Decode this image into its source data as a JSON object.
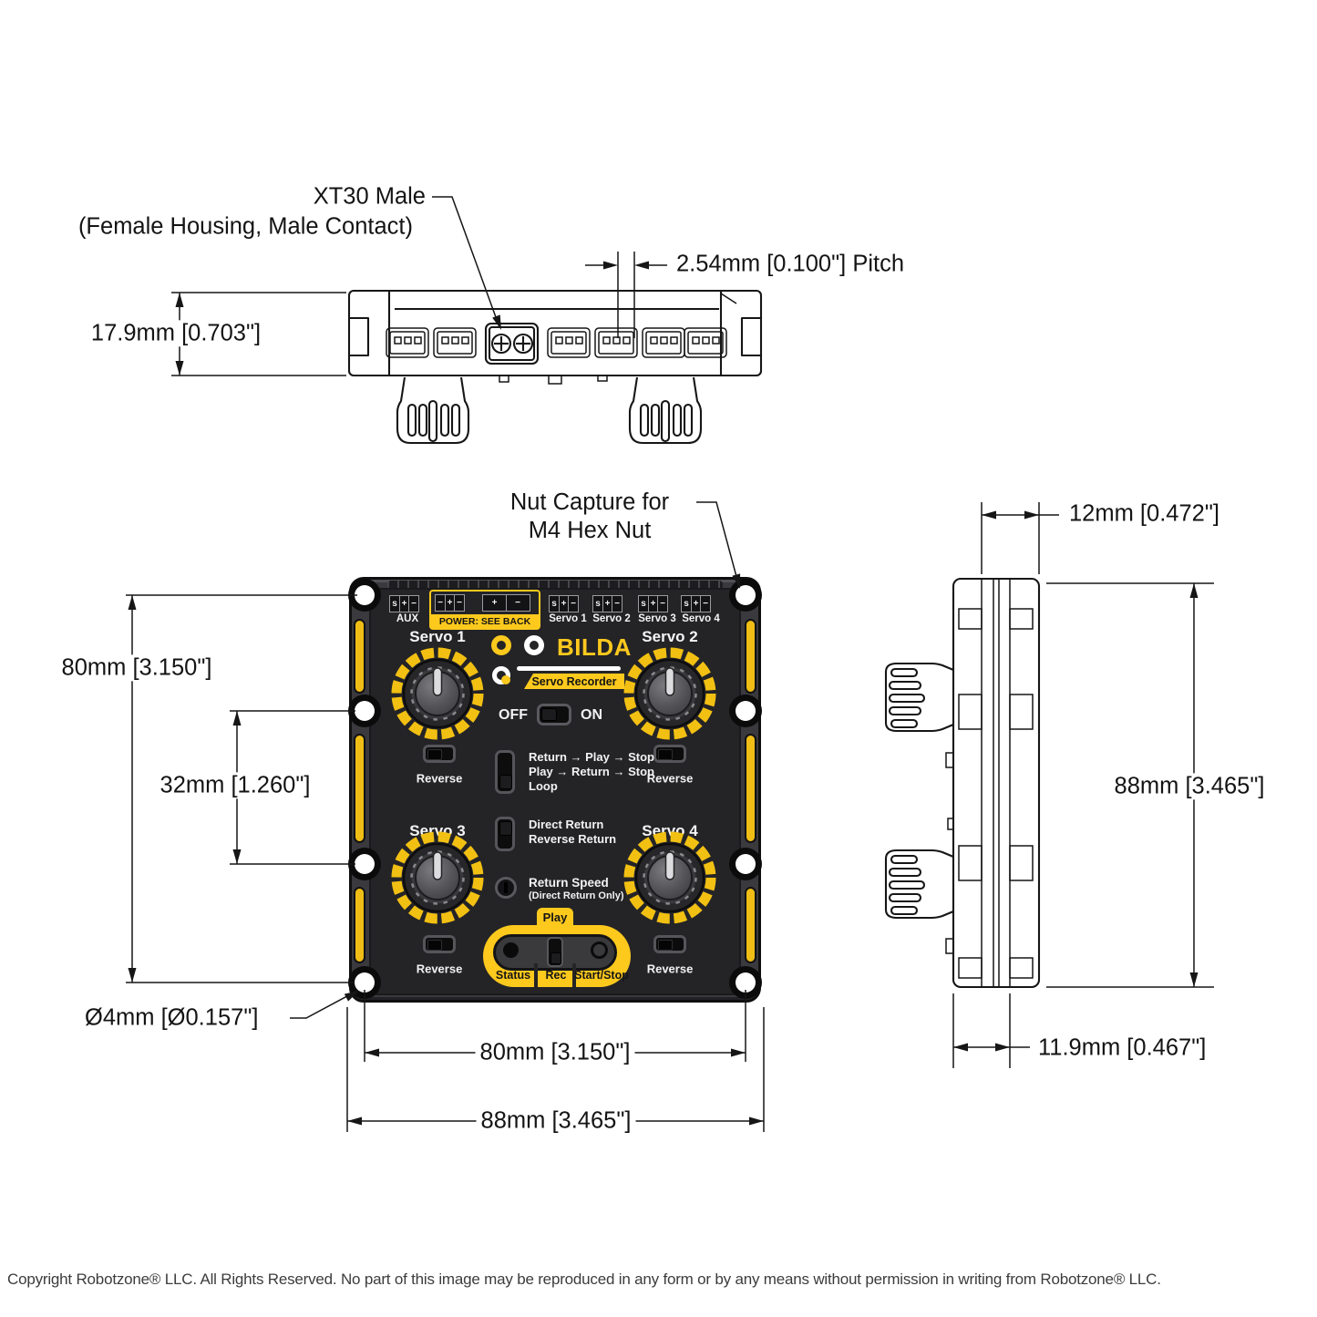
{
  "drawing": {
    "callout_xt30_1": "XT30 Male",
    "callout_xt30_2": "(Female Housing, Male Contact)",
    "dim_pitch": "2.54mm [0.100\"] Pitch",
    "dim_top_height": "17.9mm [0.703\"]",
    "callout_nut_1": "Nut Capture for",
    "callout_nut_2": "M4 Hex Nut",
    "dim_side_top_width": "12mm [0.472\"]",
    "dim_front_holes_v": "80mm [3.150\"]",
    "dim_front_holes_mid": "32mm [1.260\"]",
    "callout_hole_dia": "Ø4mm [Ø0.157\"]",
    "dim_front_holes_h": "80mm [3.150\"]",
    "dim_front_width": "88mm [3.465\"]",
    "dim_side_height": "88mm [3.465\"]",
    "dim_side_bottom_width": "11.9mm [0.467\"]"
  },
  "device": {
    "logo": {
      "go": "go",
      "bilda": "BILDA",
      "badge": "Servo Recorder"
    },
    "pins": {
      "s": "s",
      "plus": "+",
      "minus": "−"
    },
    "power_pins": [
      "−",
      "+",
      "−",
      "+",
      "−"
    ],
    "headers": {
      "aux": "AUX",
      "power": "POWER:  SEE BACK",
      "servo1": "Servo 1",
      "servo2": "Servo 2",
      "servo3": "Servo 3",
      "servo4": "Servo 4"
    },
    "knobs": {
      "servo1": "Servo 1",
      "servo2": "Servo 2",
      "servo3": "Servo 3",
      "servo4": "Servo 4"
    },
    "reverse_label": "Reverse",
    "power_switch": {
      "off": "OFF",
      "on": "ON"
    },
    "mode_options": [
      "Return → Play → Stop",
      "Play → Return → Stop",
      "Loop"
    ],
    "return_options": [
      "Direct Return",
      "Reverse Return"
    ],
    "return_speed": {
      "label": "Return Speed",
      "note": "(Direct Return Only)"
    },
    "transport": {
      "play": "Play",
      "status": "Status",
      "rec": "Rec",
      "start_stop": "Start/Stop"
    }
  },
  "footer": {
    "copyright": "Copyright Robotzone® LLC.  All Rights Reserved. No part of this image may be reproduced in any form or by any means without permission in writing from Robotzone® LLC."
  }
}
